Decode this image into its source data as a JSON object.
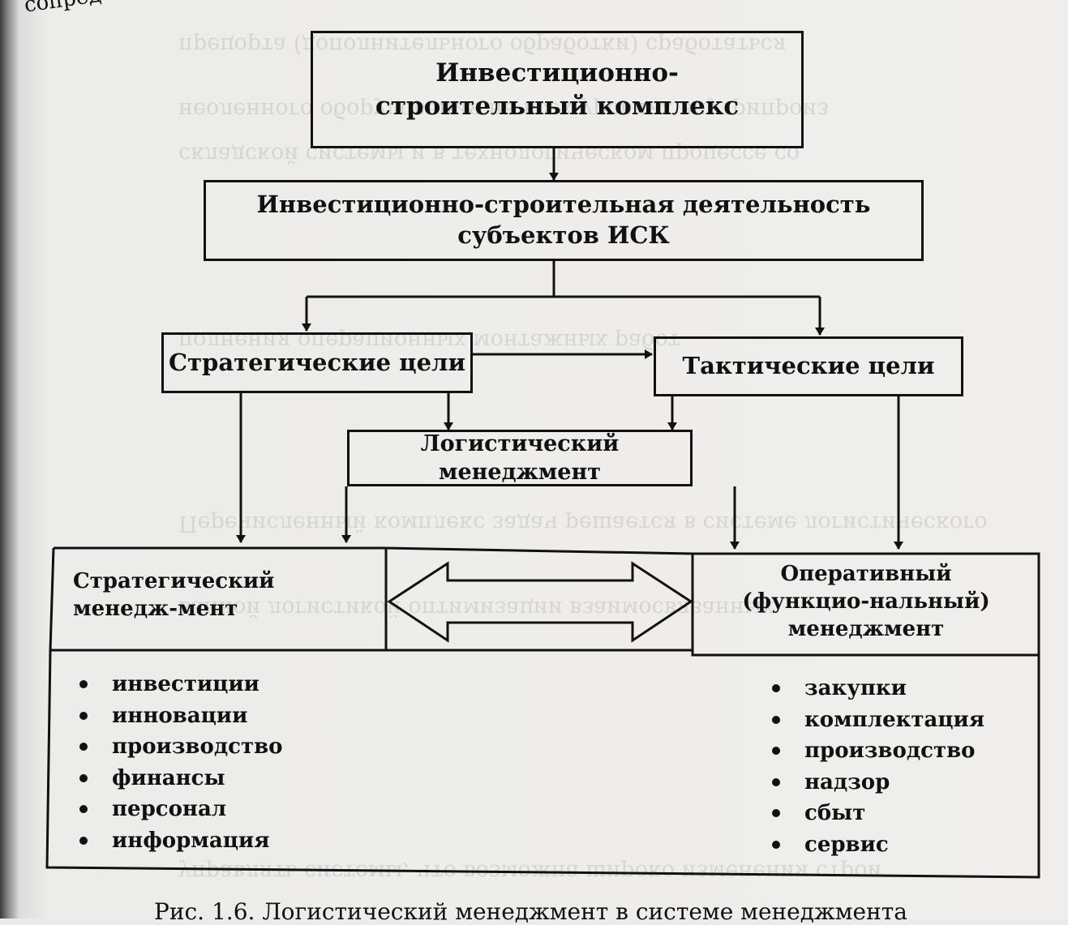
{
  "corner_text": "сопред",
  "nodes": {
    "isk": "Инвестиционно-строительный комплекс",
    "activity": "Инвестиционно-строительная деятельность субъектов ИСК",
    "strategic_goals": "Стратегические цели",
    "tactical_goals": "Тактические цели",
    "logistic_mgmt": "Логистический менеджмент",
    "strategic_mgmt": "Стратегический менедж-мент",
    "operative_mgmt": "Оперативный (функцио-нальный) менеджмент"
  },
  "strategic_list": [
    "инвестиции",
    "инновации",
    "производство",
    "финансы",
    "персонал",
    "информация"
  ],
  "operative_list": [
    "закупки",
    "комплектация",
    "производство",
    "надзор",
    "сбыт",
    "сервис"
  ],
  "caption": "Рис. 1.6. Логистический менеджмент в системе менеджмента"
}
